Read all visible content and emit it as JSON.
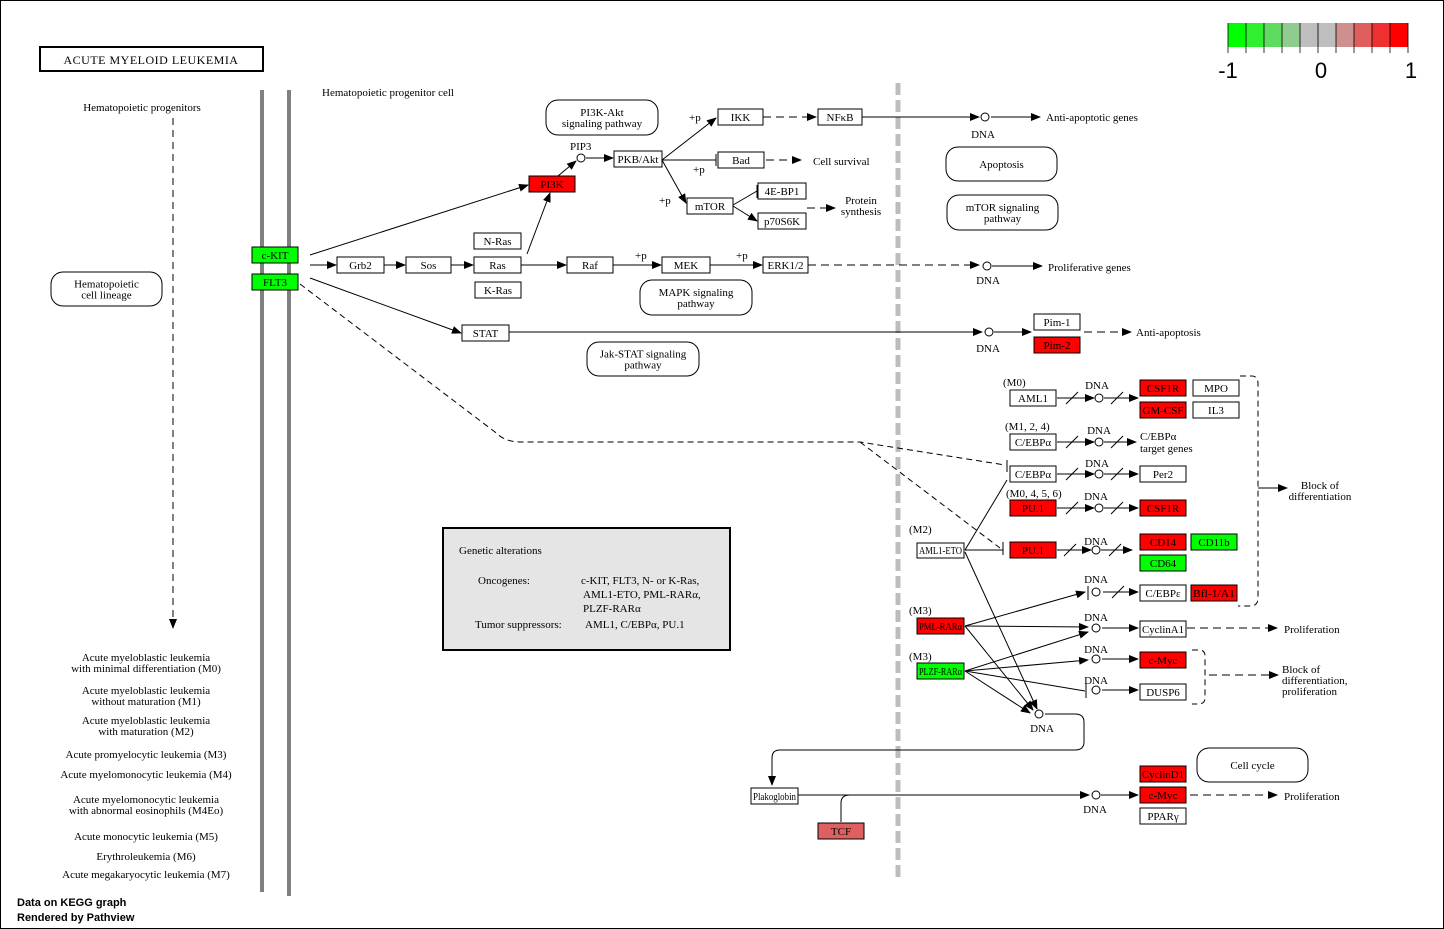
{
  "title": "ACUTE MYELOID LEUKEMIA",
  "colors": {
    "up": "#ff0000",
    "mid_up": "#df6060",
    "down": "#00ff00",
    "none": "#ffffff",
    "neutral": "#bebebe"
  },
  "legend": {
    "min_label": "-1",
    "mid_label": "0",
    "max_label": "1",
    "bins": [
      "#00ff00",
      "#30ee30",
      "#5fdc5f",
      "#8fcd8f",
      "#bebebe",
      "#bebebe",
      "#ce8f8f",
      "#df5f5f",
      "#ef3030",
      "#ff0000"
    ]
  },
  "labels": {
    "hematopoietic_progenitors": "Hematopoietic progenitors",
    "hematopoietic_progenitor_cell": "Hematopoietic progenitor cell",
    "anti_apoptotic_genes": "Anti-apoptotic genes",
    "cell_survival": "Cell survival",
    "protein_synthesis_1": "Protein",
    "protein_synthesis_2": "synthesis",
    "proliferative_genes": "Proliferative genes",
    "anti_apoptosis": "Anti-apoptosis",
    "cebpa_target_1": "C/EBPα",
    "cebpa_target_2": "target genes",
    "block_diff_1": "Block of",
    "block_diff_2": "differentiation",
    "proliferation_1": "Proliferation",
    "block_diff_prolif_1": "Block of",
    "block_diff_prolif_2": "differentiation,",
    "block_diff_prolif_3": "proliferation",
    "proliferation_2": "Proliferation",
    "dna": "DNA",
    "pip3": "PIP3",
    "plus_p": "+p",
    "m0": "(M0)",
    "m124": "(M1, 2, 4)",
    "m0456": "(M0, 4, 5, 6)",
    "m2": "(M2)",
    "m3a": "(M3)",
    "m3b": "(M3)"
  },
  "pathway_maps": {
    "pi3k_akt": [
      "PI3K-Akt",
      "signaling pathway"
    ],
    "apoptosis": [
      "Apoptosis"
    ],
    "mtor": [
      "mTOR signaling",
      "pathway"
    ],
    "mapk": [
      "MAPK signaling",
      "pathway"
    ],
    "jak_stat": [
      "Jak-STAT signaling",
      "pathway"
    ],
    "hematopoietic": [
      "Hematopoietic",
      "cell lineage"
    ],
    "cell_cycle": [
      "Cell cycle"
    ]
  },
  "genes": {
    "ckit": {
      "label": "c-KIT",
      "state": "down"
    },
    "flt3": {
      "label": "FLT3",
      "state": "down"
    },
    "grb2": {
      "label": "Grb2",
      "state": "none"
    },
    "sos": {
      "label": "Sos",
      "state": "none"
    },
    "nras": {
      "label": "N-Ras",
      "state": "none"
    },
    "ras": {
      "label": "Ras",
      "state": "none"
    },
    "kras": {
      "label": "K-Ras",
      "state": "none"
    },
    "pi3k": {
      "label": "PI3K",
      "state": "up"
    },
    "pkb": {
      "label": "PKB/Akt",
      "state": "none"
    },
    "ikk": {
      "label": "IKK",
      "state": "none"
    },
    "nfkb": {
      "label": "NFκB",
      "state": "none"
    },
    "bad": {
      "label": "Bad",
      "state": "none"
    },
    "mtor": {
      "label": "mTOR",
      "state": "none"
    },
    "ebp1": {
      "label": "4E-BP1",
      "state": "none"
    },
    "p70": {
      "label": "p70S6K",
      "state": "none"
    },
    "raf": {
      "label": "Raf",
      "state": "none"
    },
    "mek": {
      "label": "MEK",
      "state": "none"
    },
    "erk": {
      "label": "ERK1/2",
      "state": "none"
    },
    "stat": {
      "label": "STAT",
      "state": "none"
    },
    "pim1": {
      "label": "Pim-1",
      "state": "none"
    },
    "pim2": {
      "label": "Pim-2",
      "state": "up"
    },
    "aml1": {
      "label": "AML1",
      "state": "none"
    },
    "csf1r_a": {
      "label": "CSF1R",
      "state": "up"
    },
    "mpo": {
      "label": "MPO",
      "state": "none"
    },
    "gmcsf": {
      "label": "GM-CSF",
      "state": "up"
    },
    "il3": {
      "label": "IL3",
      "state": "none"
    },
    "cebpa_a": {
      "label": "C/EBPα",
      "state": "none"
    },
    "cebpa_b": {
      "label": "C/EBPα",
      "state": "none"
    },
    "per2": {
      "label": "Per2",
      "state": "none"
    },
    "pu1_a": {
      "label": "PU.1",
      "state": "up"
    },
    "csf1r_b": {
      "label": "CSF1R",
      "state": "up"
    },
    "aml1eto": {
      "label": "AML1-ETO",
      "state": "none"
    },
    "pu1_b": {
      "label": "PU.1",
      "state": "up"
    },
    "cd14": {
      "label": "CD14",
      "state": "up"
    },
    "cd11b": {
      "label": "CD11b",
      "state": "down"
    },
    "cd64": {
      "label": "CD64",
      "state": "down"
    },
    "cebpe": {
      "label": "C/EBPε",
      "state": "none"
    },
    "bfl1": {
      "label": "Bfl-1/A1",
      "state": "up"
    },
    "pmlrara": {
      "label": "PML-RARα",
      "state": "up"
    },
    "cyclina1": {
      "label": "CyclinA1",
      "state": "none"
    },
    "plzfrara": {
      "label": "PLZF-RARα",
      "state": "down"
    },
    "cmyc_a": {
      "label": "c-Myc",
      "state": "up"
    },
    "dusp6": {
      "label": "DUSP6",
      "state": "none"
    },
    "plakoglobin": {
      "label": "Plakoglobin",
      "state": "none"
    },
    "tcf": {
      "label": "TCF",
      "state": "mid_up"
    },
    "cyclind1": {
      "label": "CyclinD1",
      "state": "up"
    },
    "cmyc_b": {
      "label": "c-Myc",
      "state": "up"
    },
    "pparg": {
      "label": "PPARγ",
      "state": "none"
    }
  },
  "genetic_alterations": {
    "title": "Genetic alterations",
    "oncogenes_label": "Oncogenes:",
    "oncogenes_lines": [
      "c-KIT, FLT3, N- or K-Ras,",
      "AML1-ETO, PML-RARα,",
      "PLZF-RARα"
    ],
    "tumor_suppressors_label": "Tumor suppressors:",
    "tumor_suppressors": "AML1, C/EBPα, PU.1"
  },
  "leukemia_types": [
    [
      "Acute myeloblastic leukemia",
      "with minimal differentiation (M0)"
    ],
    [
      "Acute myeloblastic leukemia",
      "without maturation (M1)"
    ],
    [
      "Acute myeloblastic leukemia",
      "with maturation (M2)"
    ],
    [
      "Acute promyelocytic leukemia (M3)"
    ],
    [
      "Acute myelomonocytic leukemia (M4)"
    ],
    [
      "Acute myelomonocytic leukemia",
      "with abnormal eosinophils (M4Eo)"
    ],
    [
      "Acute monocytic leukemia (M5)"
    ],
    [
      "Erythroleukemia (M6)"
    ],
    [
      "Acute megakaryocytic leukemia (M7)"
    ]
  ],
  "footer": {
    "line1": "Data on KEGG graph",
    "line2": "Rendered by Pathview"
  }
}
